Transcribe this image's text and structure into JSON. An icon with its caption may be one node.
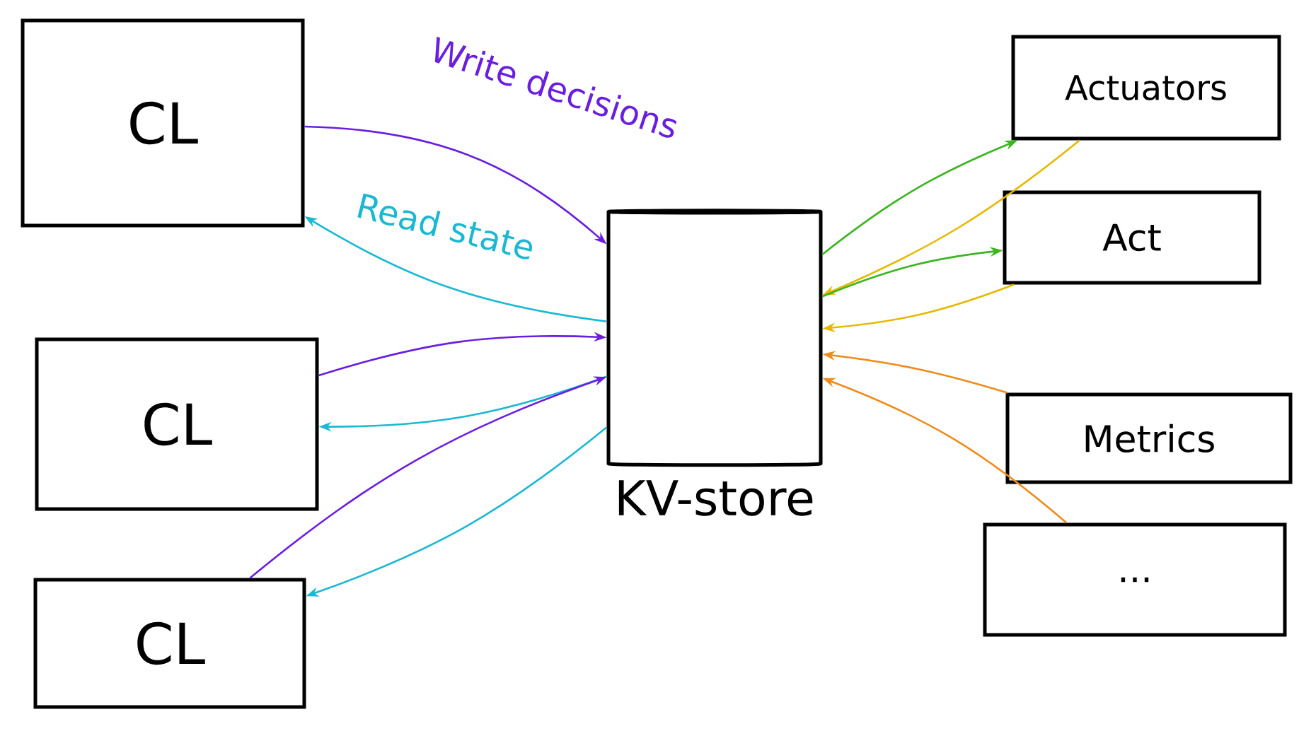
{
  "diagram": {
    "nodes": [
      {
        "text": [
          "CL"
        ]
      },
      {
        "text": [
          "CL"
        ]
      },
      {
        "text": [
          "CL"
        ]
      },
      {
        "text": [
          "KV-store"
        ]
      },
      {
        "text": [
          "Actuators"
        ]
      },
      {
        "text": [
          "Act"
        ]
      },
      {
        "text": [
          "Metrics"
        ]
      },
      {
        "text": [
          "..."
        ]
      }
    ],
    "edges": [
      {
        "from": 0,
        "to": 3,
        "arrow": "to",
        "label": "Write decisions",
        "color": "#6a1ee0"
      },
      {
        "from": 3,
        "to": 0,
        "arrow": "to",
        "label": "Read state",
        "color": "#1ab8d2"
      },
      {
        "from": 3,
        "to": 1,
        "arrow": "to",
        "color": "#1ab8d2"
      },
      {
        "from": 1,
        "to": 3,
        "arrow": "to",
        "color": "#6a1ee0"
      },
      {
        "from": 3,
        "to": 2,
        "arrow": "to",
        "color": "#1ab8d2"
      },
      {
        "from": 2,
        "to": 3,
        "arrow": "to",
        "color": "#6a1ee0"
      },
      {
        "from": 3,
        "to": 4,
        "arrow": "to",
        "color": "#3cb521"
      },
      {
        "from": 4,
        "to": 3,
        "arrow": "to",
        "color": "#e6b800"
      },
      {
        "from": 3,
        "to": 5,
        "arrow": "to",
        "color": "#3cb521"
      },
      {
        "from": 5,
        "to": 3,
        "arrow": "to",
        "color": "#e6b800"
      },
      {
        "from": 6,
        "to": 3,
        "arrow": "to",
        "color": "#f08a1a"
      },
      {
        "from": 7,
        "to": 3,
        "arrow": "to",
        "color": "#f08a1a"
      }
    ]
  }
}
